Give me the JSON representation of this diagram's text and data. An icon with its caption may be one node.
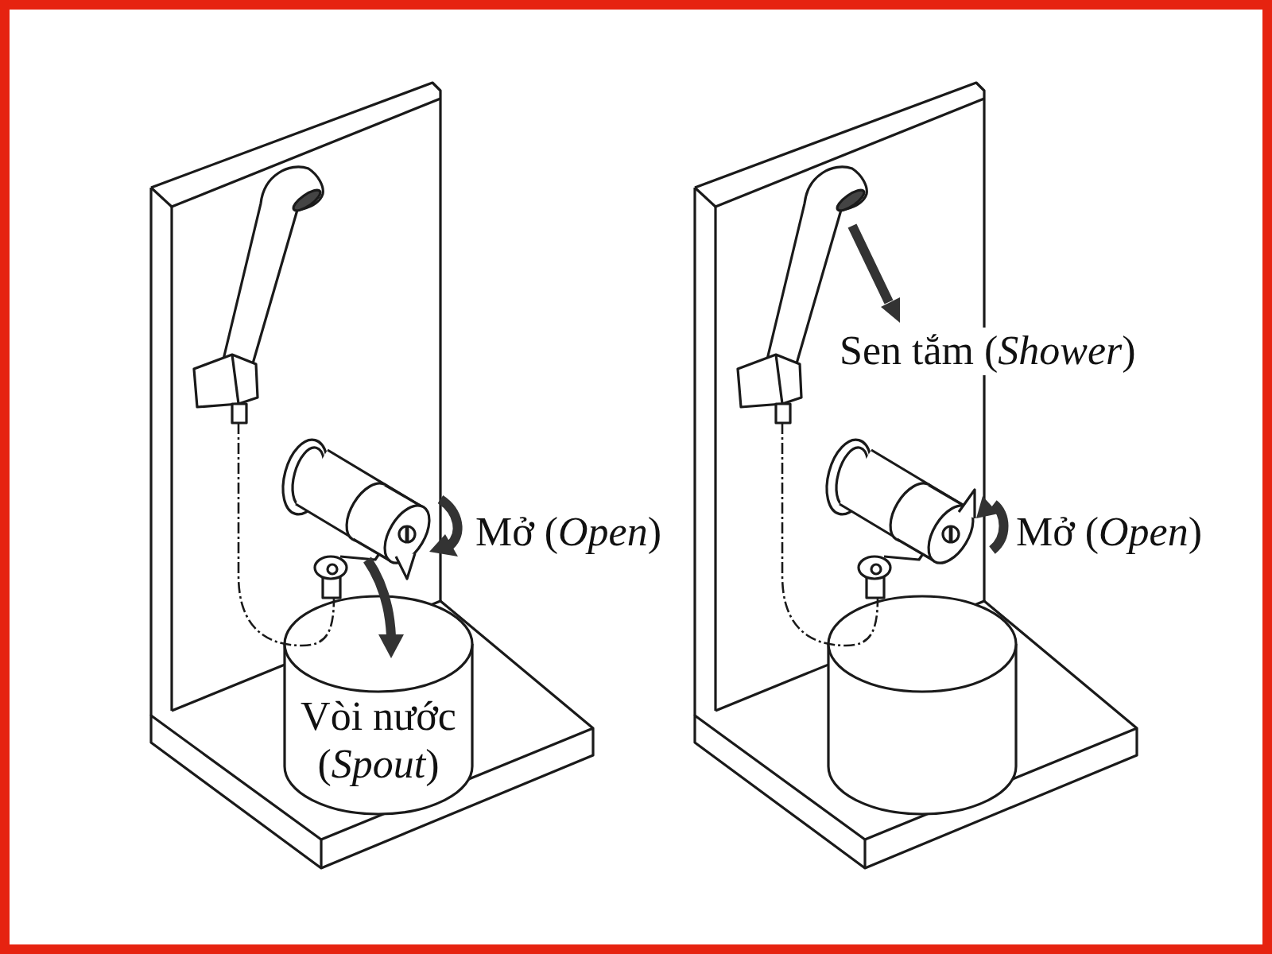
{
  "diagram": {
    "labels": [
      "Sen tắm (*Shower*)",
      "Mở (*Open*)",
      "Mở (*Open*)",
      "Vòi nước (*Spout*)"
    ]
  }
}
